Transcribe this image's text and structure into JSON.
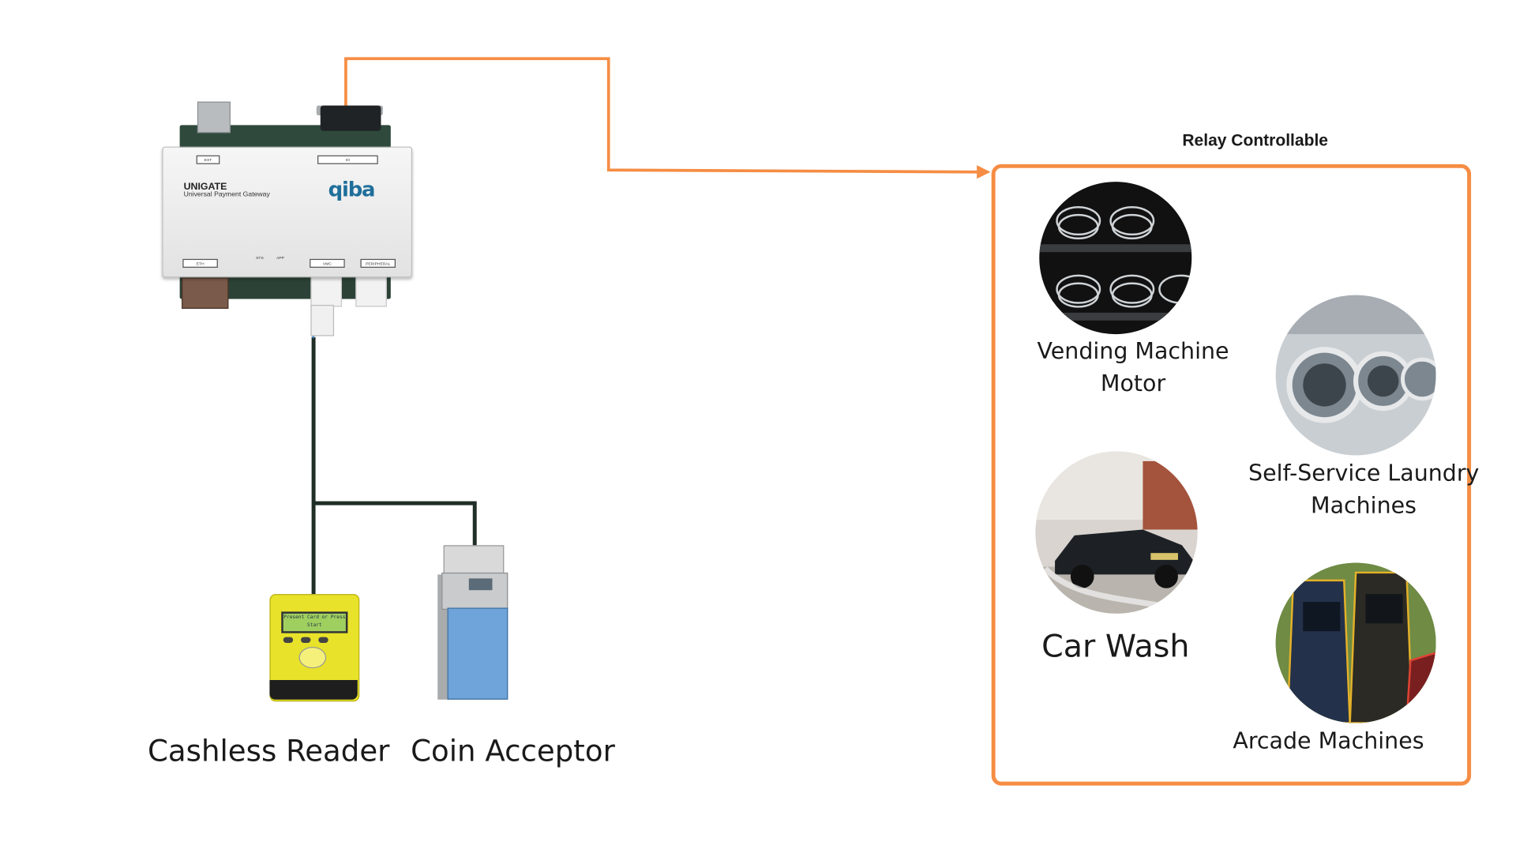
{
  "relay": {
    "title": "Relay Controllable"
  },
  "gateway": {
    "brand": "UNIGATE",
    "subtitle": "Universal Payment Gateway",
    "logo": "qiba",
    "ports": {
      "ext": "EXT",
      "io": "IO",
      "eth": "ETH",
      "vmc": "VMC",
      "peripheral": "PERIPHERAL",
      "sts": "STS",
      "app": "APP"
    }
  },
  "devices": {
    "cashless_label": "Cashless Reader",
    "cashless_screen": "Present Card or Press Start",
    "coin_label": "Coin Acceptor"
  },
  "machines": {
    "vending_line1": "Vending Machine",
    "vending_line2": "Motor",
    "laundry_line1": "Self-Service Laundry",
    "laundry_line2": "Machines",
    "carwash": "Car Wash",
    "arcade": "Arcade Machines"
  },
  "colors": {
    "connector_orange": "#f58d44",
    "cable_dark": "#1f2e26"
  }
}
